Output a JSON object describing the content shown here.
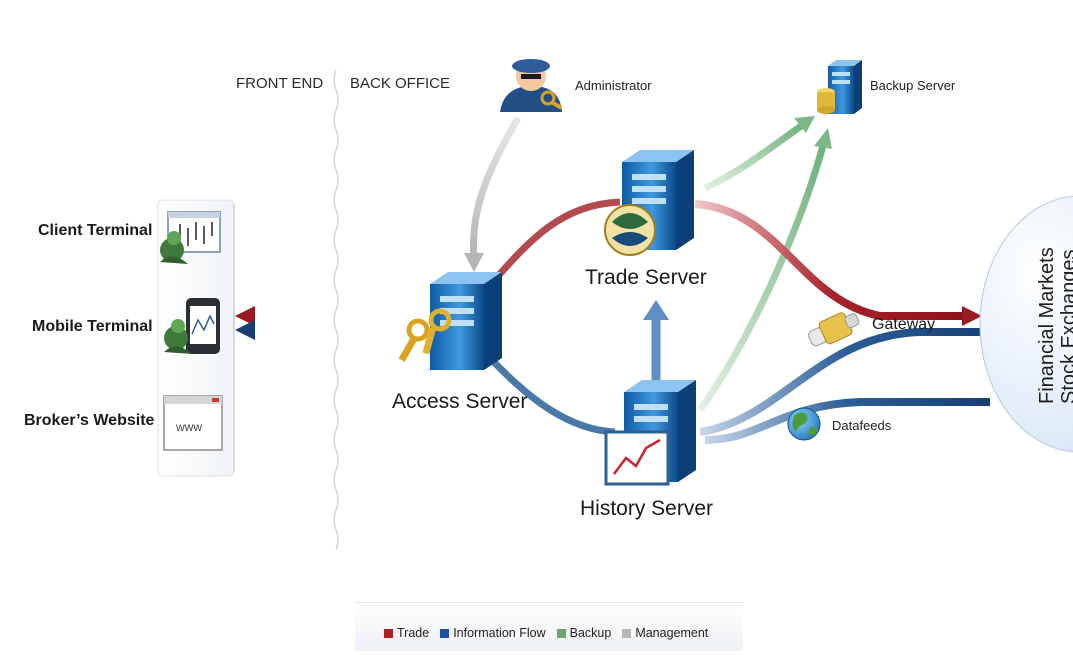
{
  "zones": {
    "front_end": "FRONT END",
    "back_office": "BACK OFFICE"
  },
  "clients": {
    "client_terminal": "Client Terminal",
    "mobile_terminal": "Mobile Terminal",
    "brokers_website": "Broker’s Website",
    "www": "www"
  },
  "servers": {
    "access": "Access Server",
    "trade": "Trade Server",
    "history": "History Server",
    "backup": "Backup Server"
  },
  "nodes": {
    "administrator": "Administrator",
    "gateway": "Gateway",
    "datafeeds": "Datafeeds",
    "markets_line1": "Financial Markets",
    "markets_line2": "Stock Exchanges"
  },
  "legend": [
    {
      "label": "Trade",
      "color": "#b01f24"
    },
    {
      "label": "Information Flow",
      "color": "#1f4fa8"
    },
    {
      "label": "Backup",
      "color": "#6aa86e"
    },
    {
      "label": "Management",
      "color": "#b8b8b8"
    }
  ],
  "colors": {
    "trade": "#a8222a",
    "info": "#1c4d86",
    "backup": "#7db88a",
    "management": "#c4c4c4"
  }
}
